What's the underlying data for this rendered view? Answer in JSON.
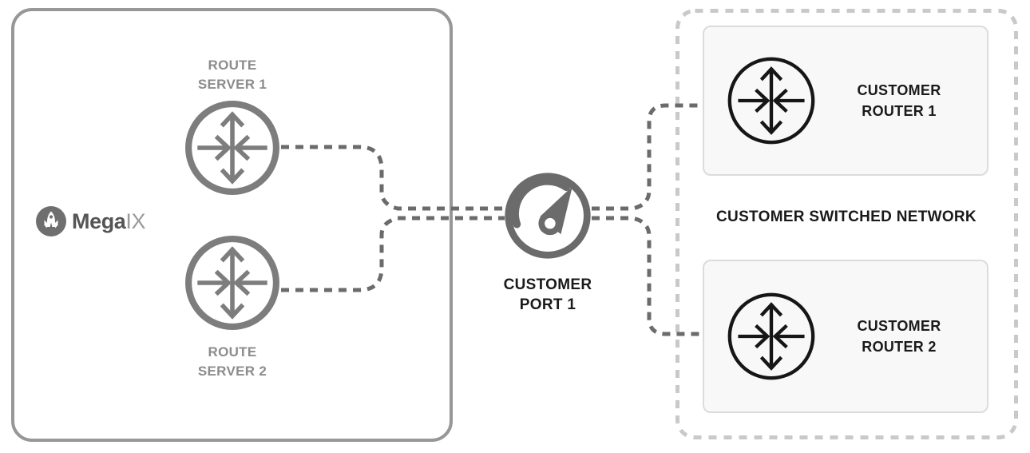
{
  "colors": {
    "bg": "#ffffff",
    "exchange_border": "#979797",
    "node_gray": "#7d7d7d",
    "node_gray_label": "#8c8c8c",
    "connector": "#6b6b6b",
    "gauge": "#6b6b6b",
    "text_dark": "#1a1a1a",
    "router_black": "#161616",
    "network_border": "#c9c9c9",
    "inner_box_bg": "#f8f8f8",
    "inner_box_border": "#dcdcdc",
    "brand_circle": "#6f6f6f",
    "brand_primary": "#555555",
    "brand_secondary": "#9a9a9a"
  },
  "exchange": {
    "brand": {
      "primary": "Mega",
      "secondary": "IX"
    },
    "route_server_1": {
      "line1": "ROUTE",
      "line2": "SERVER 1"
    },
    "route_server_2": {
      "line1": "ROUTE",
      "line2": "SERVER 2"
    }
  },
  "port": {
    "line1": "CUSTOMER",
    "line2": "PORT 1"
  },
  "customer_network": {
    "title": "CUSTOMER SWITCHED NETWORK",
    "router_1": {
      "line1": "CUSTOMER",
      "line2": "ROUTER 1"
    },
    "router_2": {
      "line1": "CUSTOMER",
      "line2": "ROUTER 2"
    }
  }
}
